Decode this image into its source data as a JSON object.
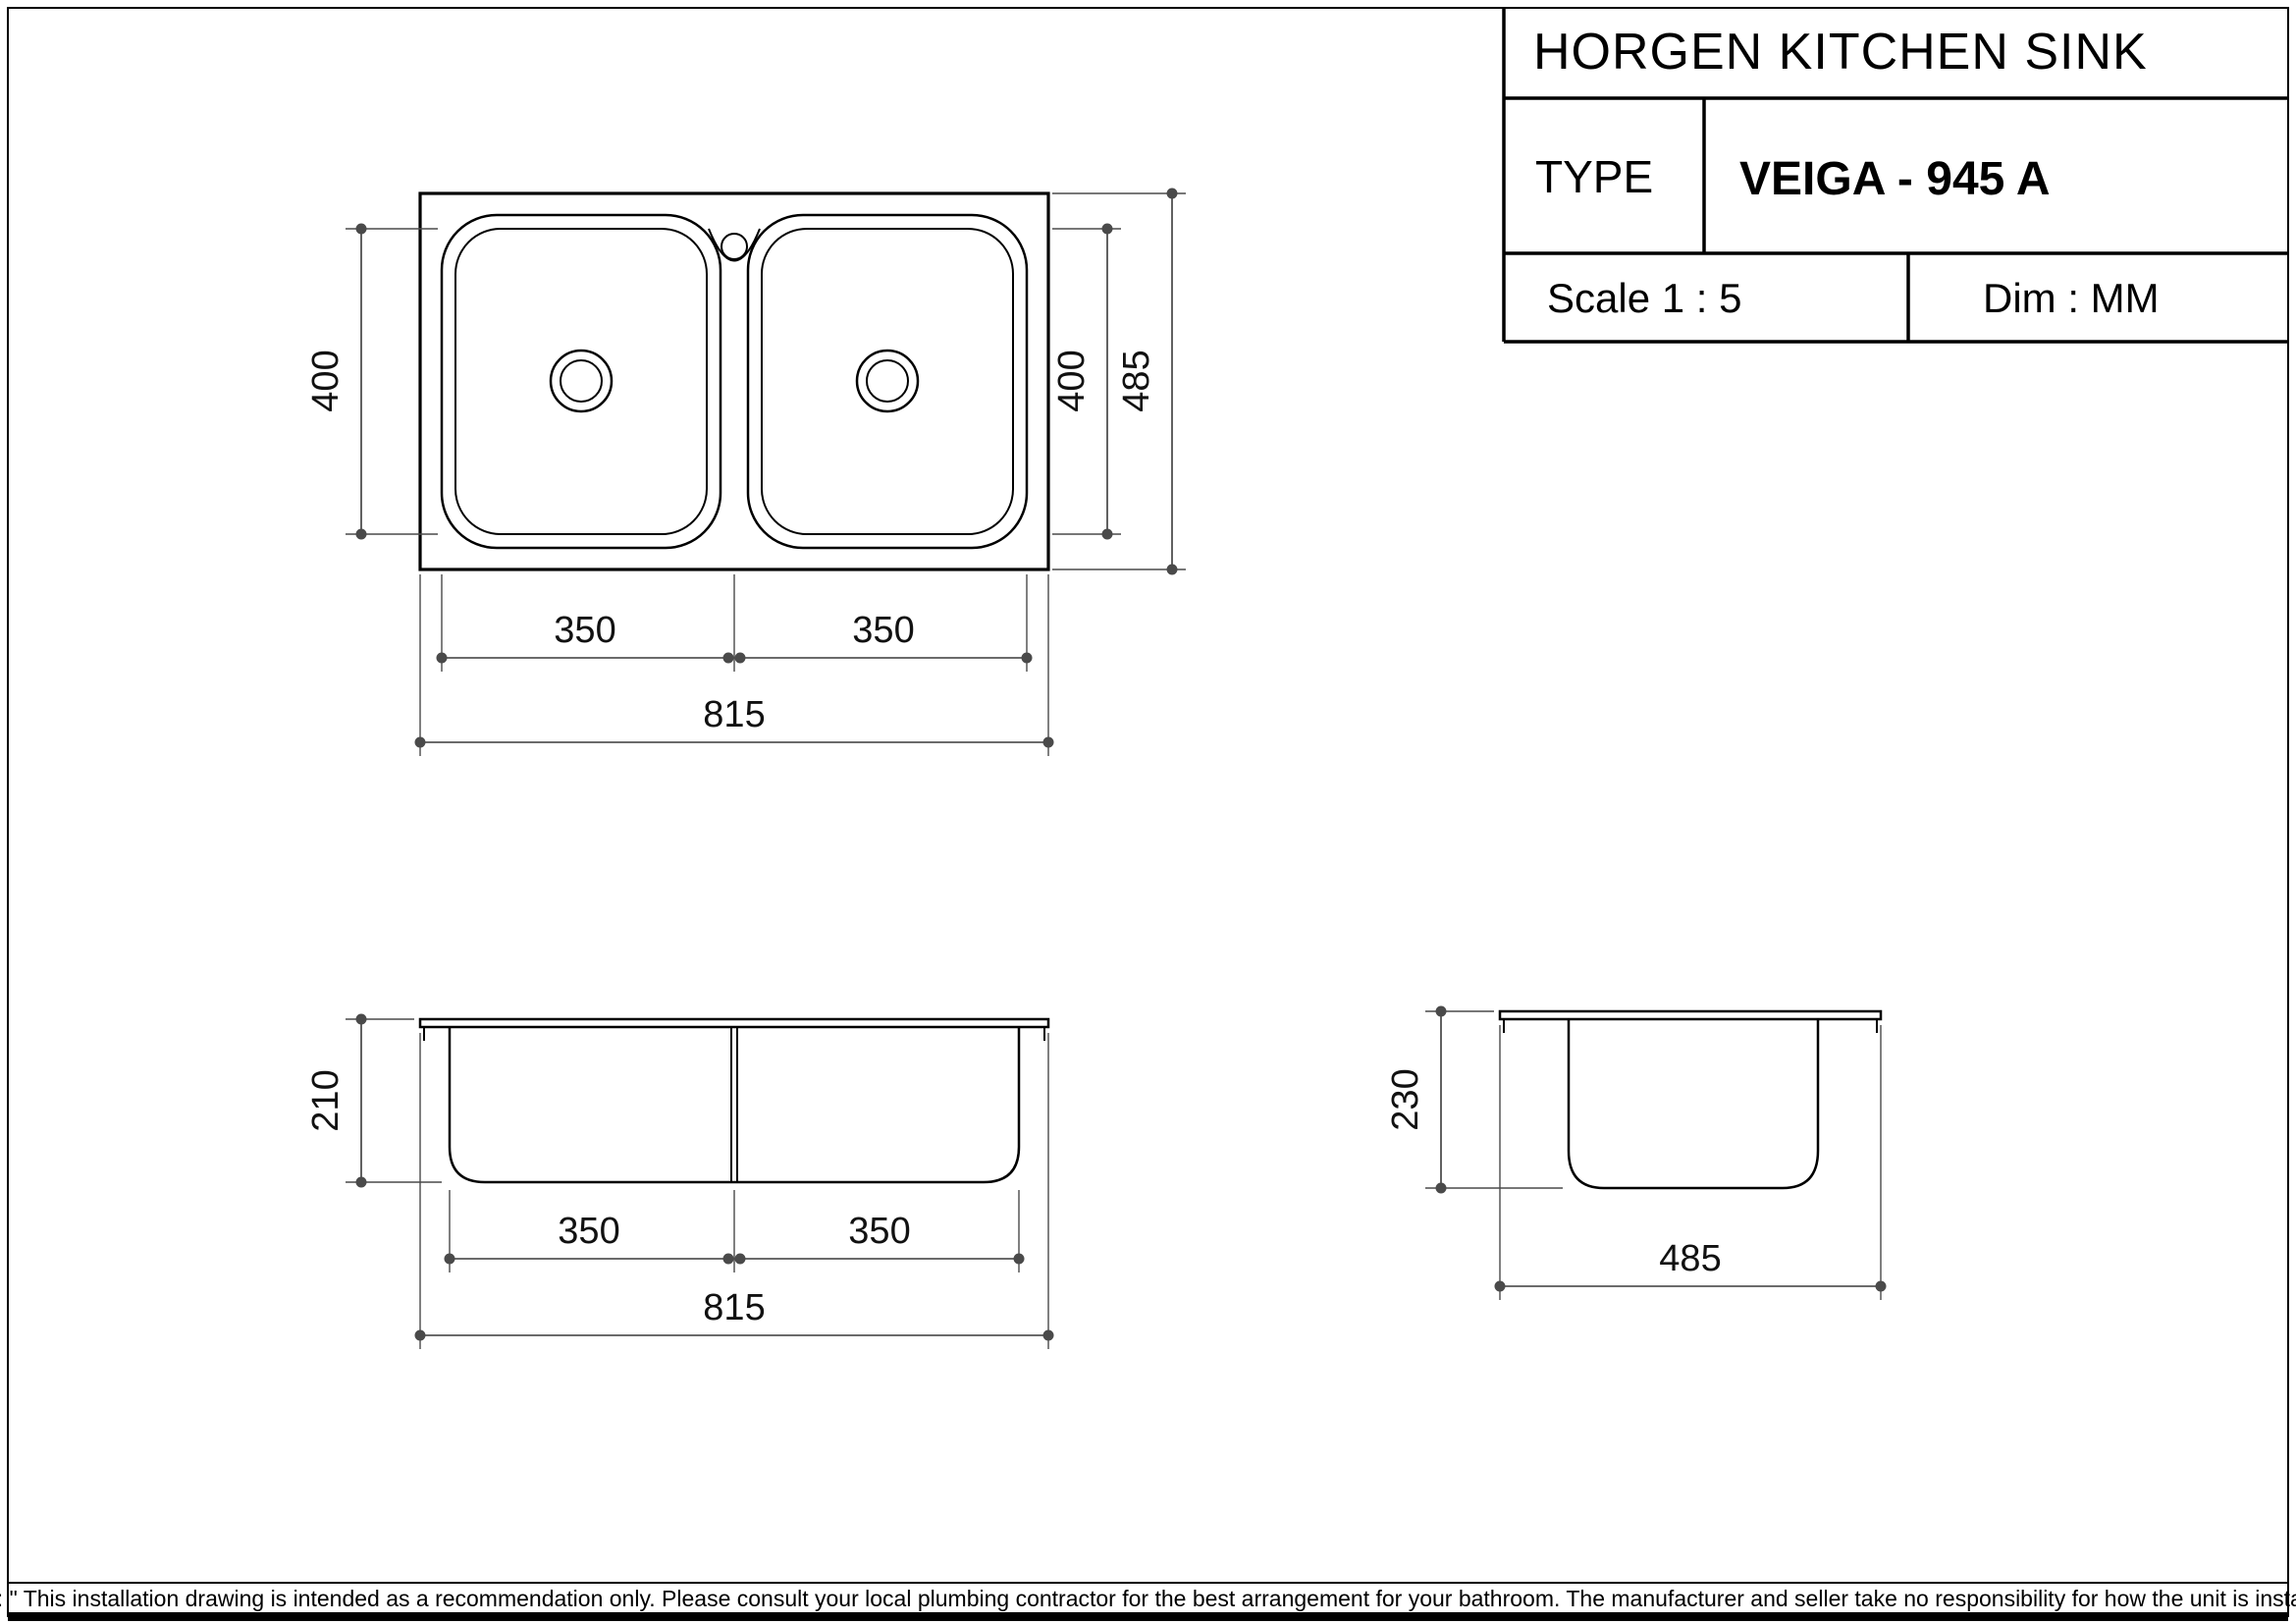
{
  "title_block": {
    "title": "HORGEN KITCHEN SINK",
    "type_label": "TYPE",
    "type_value": "VEIGA - 945 A",
    "scale_label": "Scale 1 : 5",
    "dim_label": "Dim : MM"
  },
  "top_view": {
    "bowl_depth_left": "400",
    "bowl_depth_right": "400",
    "overall_depth": "485",
    "bowl_width_left": "350",
    "bowl_width_right": "350",
    "overall_width": "815"
  },
  "front_view": {
    "height": "210",
    "bowl_width_left": "350",
    "bowl_width_right": "350",
    "overall_width": "815"
  },
  "side_view": {
    "height": "230",
    "overall_width": "485"
  },
  "footer": {
    "note": "Note : \" This installation drawing is intended as a recommendation only. Please consult your local plumbing contractor for the best arrangement for your bathroom. The manufacturer and seller take no responsibility for how the unit is installed \""
  }
}
